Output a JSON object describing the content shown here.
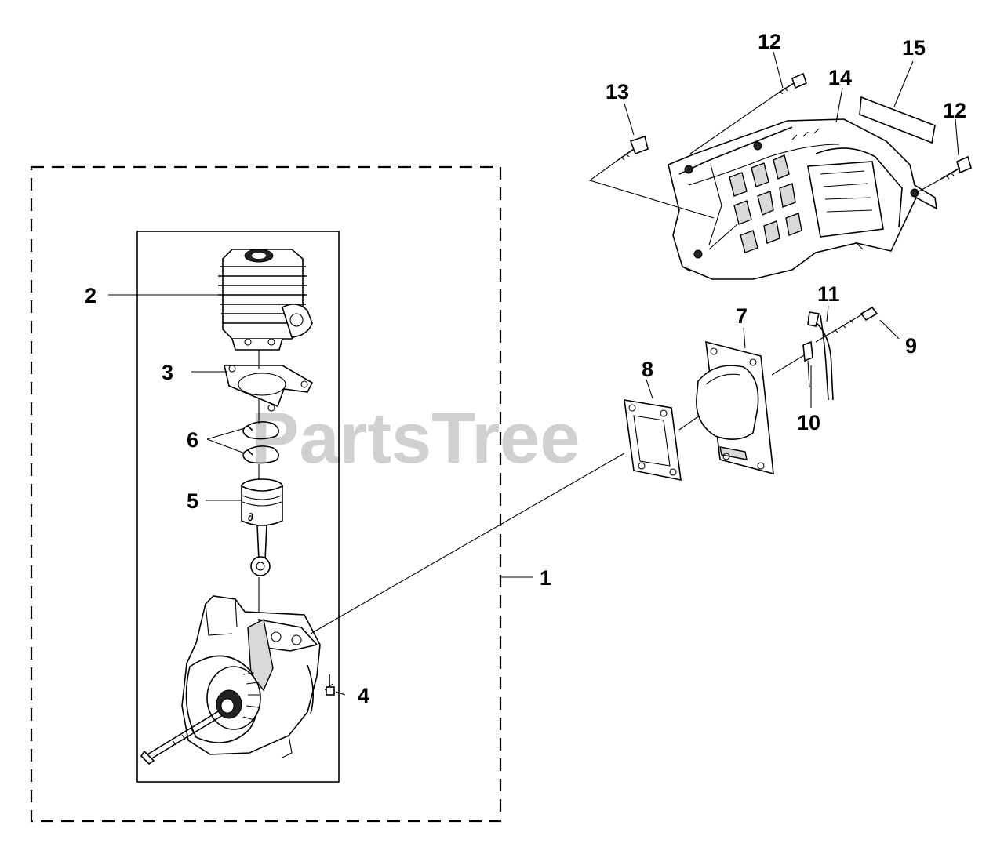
{
  "watermark": "PartsTree",
  "callouts": {
    "c1": "1",
    "c2": "2",
    "c3": "3",
    "c4": "4",
    "c5": "5",
    "c6": "6",
    "c7": "7",
    "c8": "8",
    "c9": "9",
    "c10": "10",
    "c11": "11",
    "c12a": "12",
    "c12b": "12",
    "c13": "13",
    "c14": "14",
    "c15": "15"
  }
}
